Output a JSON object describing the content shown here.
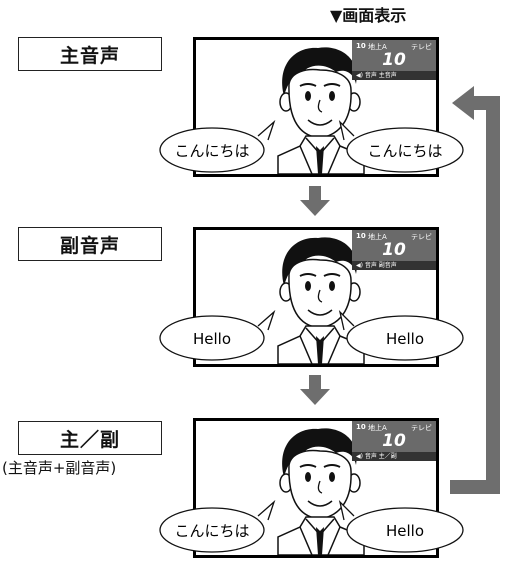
{
  "screen_display_title": "▼画面表示",
  "modes": [
    {
      "label": "主音声",
      "sublabel": "",
      "osd": {
        "channel_no": "10",
        "broadcast": "地上A",
        "tv": "テレビ",
        "big_number": "10",
        "audio_icon": "◀)",
        "audio_text": "音声 主音声"
      },
      "bubble_left": "こんにちは",
      "bubble_right": "こんにちは"
    },
    {
      "label": "副音声",
      "sublabel": "",
      "osd": {
        "channel_no": "10",
        "broadcast": "地上A",
        "tv": "テレビ",
        "big_number": "10",
        "audio_icon": "◀)",
        "audio_text": "音声 副音声"
      },
      "bubble_left": "Hello",
      "bubble_right": "Hello"
    },
    {
      "label": "主／副",
      "sublabel": "(主音声+副音声)",
      "osd": {
        "channel_no": "10",
        "broadcast": "地上A",
        "tv": "テレビ",
        "big_number": "10",
        "audio_icon": "◀)",
        "audio_text": "音声 主／副"
      },
      "bubble_left": "こんにちは",
      "bubble_right": "Hello"
    }
  ],
  "colors": {
    "arrow": "#6e6e6e",
    "osd_bg": "#6a6a6a"
  }
}
